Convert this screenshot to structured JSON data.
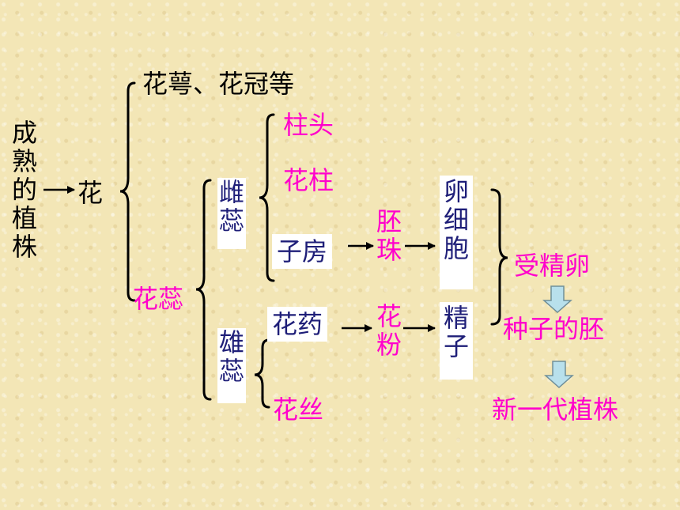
{
  "colors": {
    "black": "#000000",
    "magenta": "#ff00cc",
    "navy": "#1e1e78",
    "box": "#ffffff",
    "down_arrow": "#b8e0ec"
  },
  "nodes": {
    "mature_plant": "成熟的植株",
    "flower": "花",
    "sepal_petal": "花萼、花冠等",
    "stamen_pistil": "花蕊",
    "pistil": "雌蕊",
    "stigma": "柱头",
    "style": "花柱",
    "ovary": "子房",
    "ovule": "胚珠",
    "egg_cell": "卵细胞",
    "stamen": "雄蕊",
    "anther": "花药",
    "filament": "花丝",
    "pollen": "花粉",
    "sperm": "精子",
    "zygote": "受精卵",
    "embryo": "种子的胚",
    "new_plant": "新一代植株"
  }
}
